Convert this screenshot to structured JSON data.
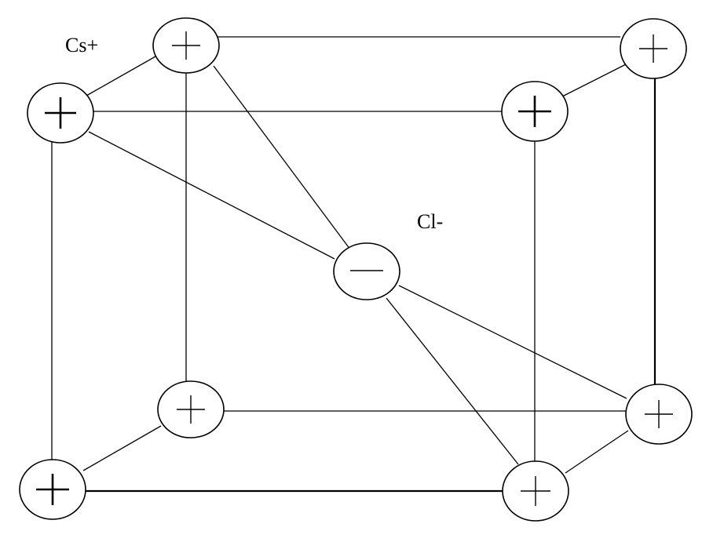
{
  "labels": {
    "cation": "Cs+",
    "anion": "Cl-"
  },
  "ions": [
    {
      "id": "cs-front-top-left",
      "charge": "+"
    },
    {
      "id": "cs-back-top-left",
      "charge": "+"
    },
    {
      "id": "cs-back-top-right",
      "charge": "+"
    },
    {
      "id": "cs-front-top-right",
      "charge": "+"
    },
    {
      "id": "cs-front-bottom-left",
      "charge": "+"
    },
    {
      "id": "cs-back-bottom-left",
      "charge": "+"
    },
    {
      "id": "cs-back-bottom-right",
      "charge": "+"
    },
    {
      "id": "cs-front-bottom-right",
      "charge": "+"
    },
    {
      "id": "cl-center",
      "charge": "-"
    }
  ],
  "colors": {
    "line": "#000000",
    "background": "#ffffff"
  }
}
